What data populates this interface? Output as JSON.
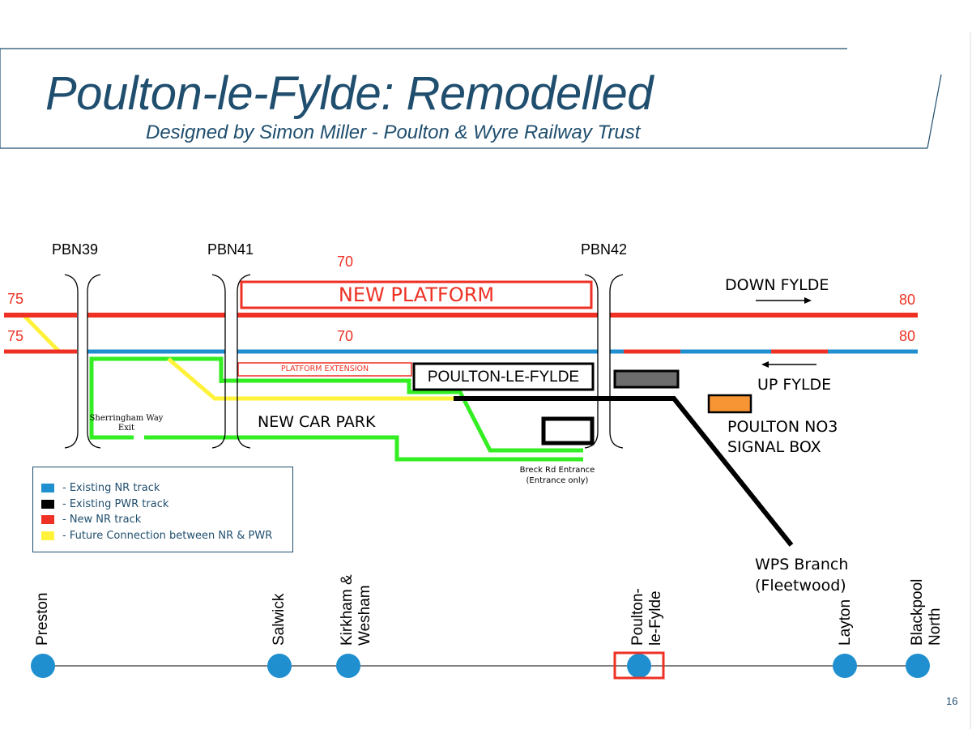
{
  "title": "Poulton-le-Fylde: Remodelled",
  "subtitle": "Designed by Simon Miller - Poulton & Wyre Railway Trust",
  "slide_number": "16",
  "colors": {
    "existing_nr": "#1f8fd0",
    "existing_pwr": "#000000",
    "new_nr": "#ee3124",
    "future": "#fff23a",
    "car_park": "#33ee22",
    "signal_box": "#f79433",
    "grey_block": "#6d6d6d",
    "heading": "#1f4e6e"
  },
  "diagram": {
    "signal_labels": {
      "pbn39": "PBN39",
      "pbn41": "PBN41",
      "pbn42": "PBN42"
    },
    "speeds": {
      "top_left": "75",
      "bottom_left": "75",
      "top_mid": "70",
      "bottom_mid": "70",
      "top_right": "80",
      "bottom_right": "80"
    },
    "new_platform": "NEW PLATFORM",
    "platform_extension": "PLATFORM EXTENSION",
    "station_box": "POULTON-LE-FYLDE",
    "down_fylde": "DOWN FYLDE",
    "up_fylde": "UP FYLDE",
    "signal_box_line1": "POULTON NO3",
    "signal_box_line2": "SIGNAL BOX",
    "new_car_park": "NEW CAR PARK",
    "sherringham_line1": "Sherringham Way",
    "sherringham_line2": "Exit",
    "breck_line1": "Breck Rd Entrance",
    "breck_line2": "(Entrance only)",
    "wps_line1": "WPS Branch",
    "wps_line2": "(Fleetwood)"
  },
  "legend": [
    {
      "label": "- Existing NR track",
      "color": "#1f8fd0"
    },
    {
      "label": "- Existing PWR track",
      "color": "#000000"
    },
    {
      "label": "- New NR track",
      "color": "#ee3124"
    },
    {
      "label": "- Future Connection between NR & PWR",
      "color": "#fff23a"
    }
  ],
  "route_map": {
    "stations": [
      {
        "line1": "Preston",
        "line2": "",
        "highlighted": false
      },
      {
        "line1": "Salwick",
        "line2": "",
        "highlighted": false
      },
      {
        "line1": "Kirkham &",
        "line2": "Wesham",
        "highlighted": false
      },
      {
        "line1": "Poulton-",
        "line2": "le-Fylde",
        "highlighted": true
      },
      {
        "line1": "Layton",
        "line2": "",
        "highlighted": false
      },
      {
        "line1": "Blackpool",
        "line2": "North",
        "highlighted": false
      }
    ]
  }
}
